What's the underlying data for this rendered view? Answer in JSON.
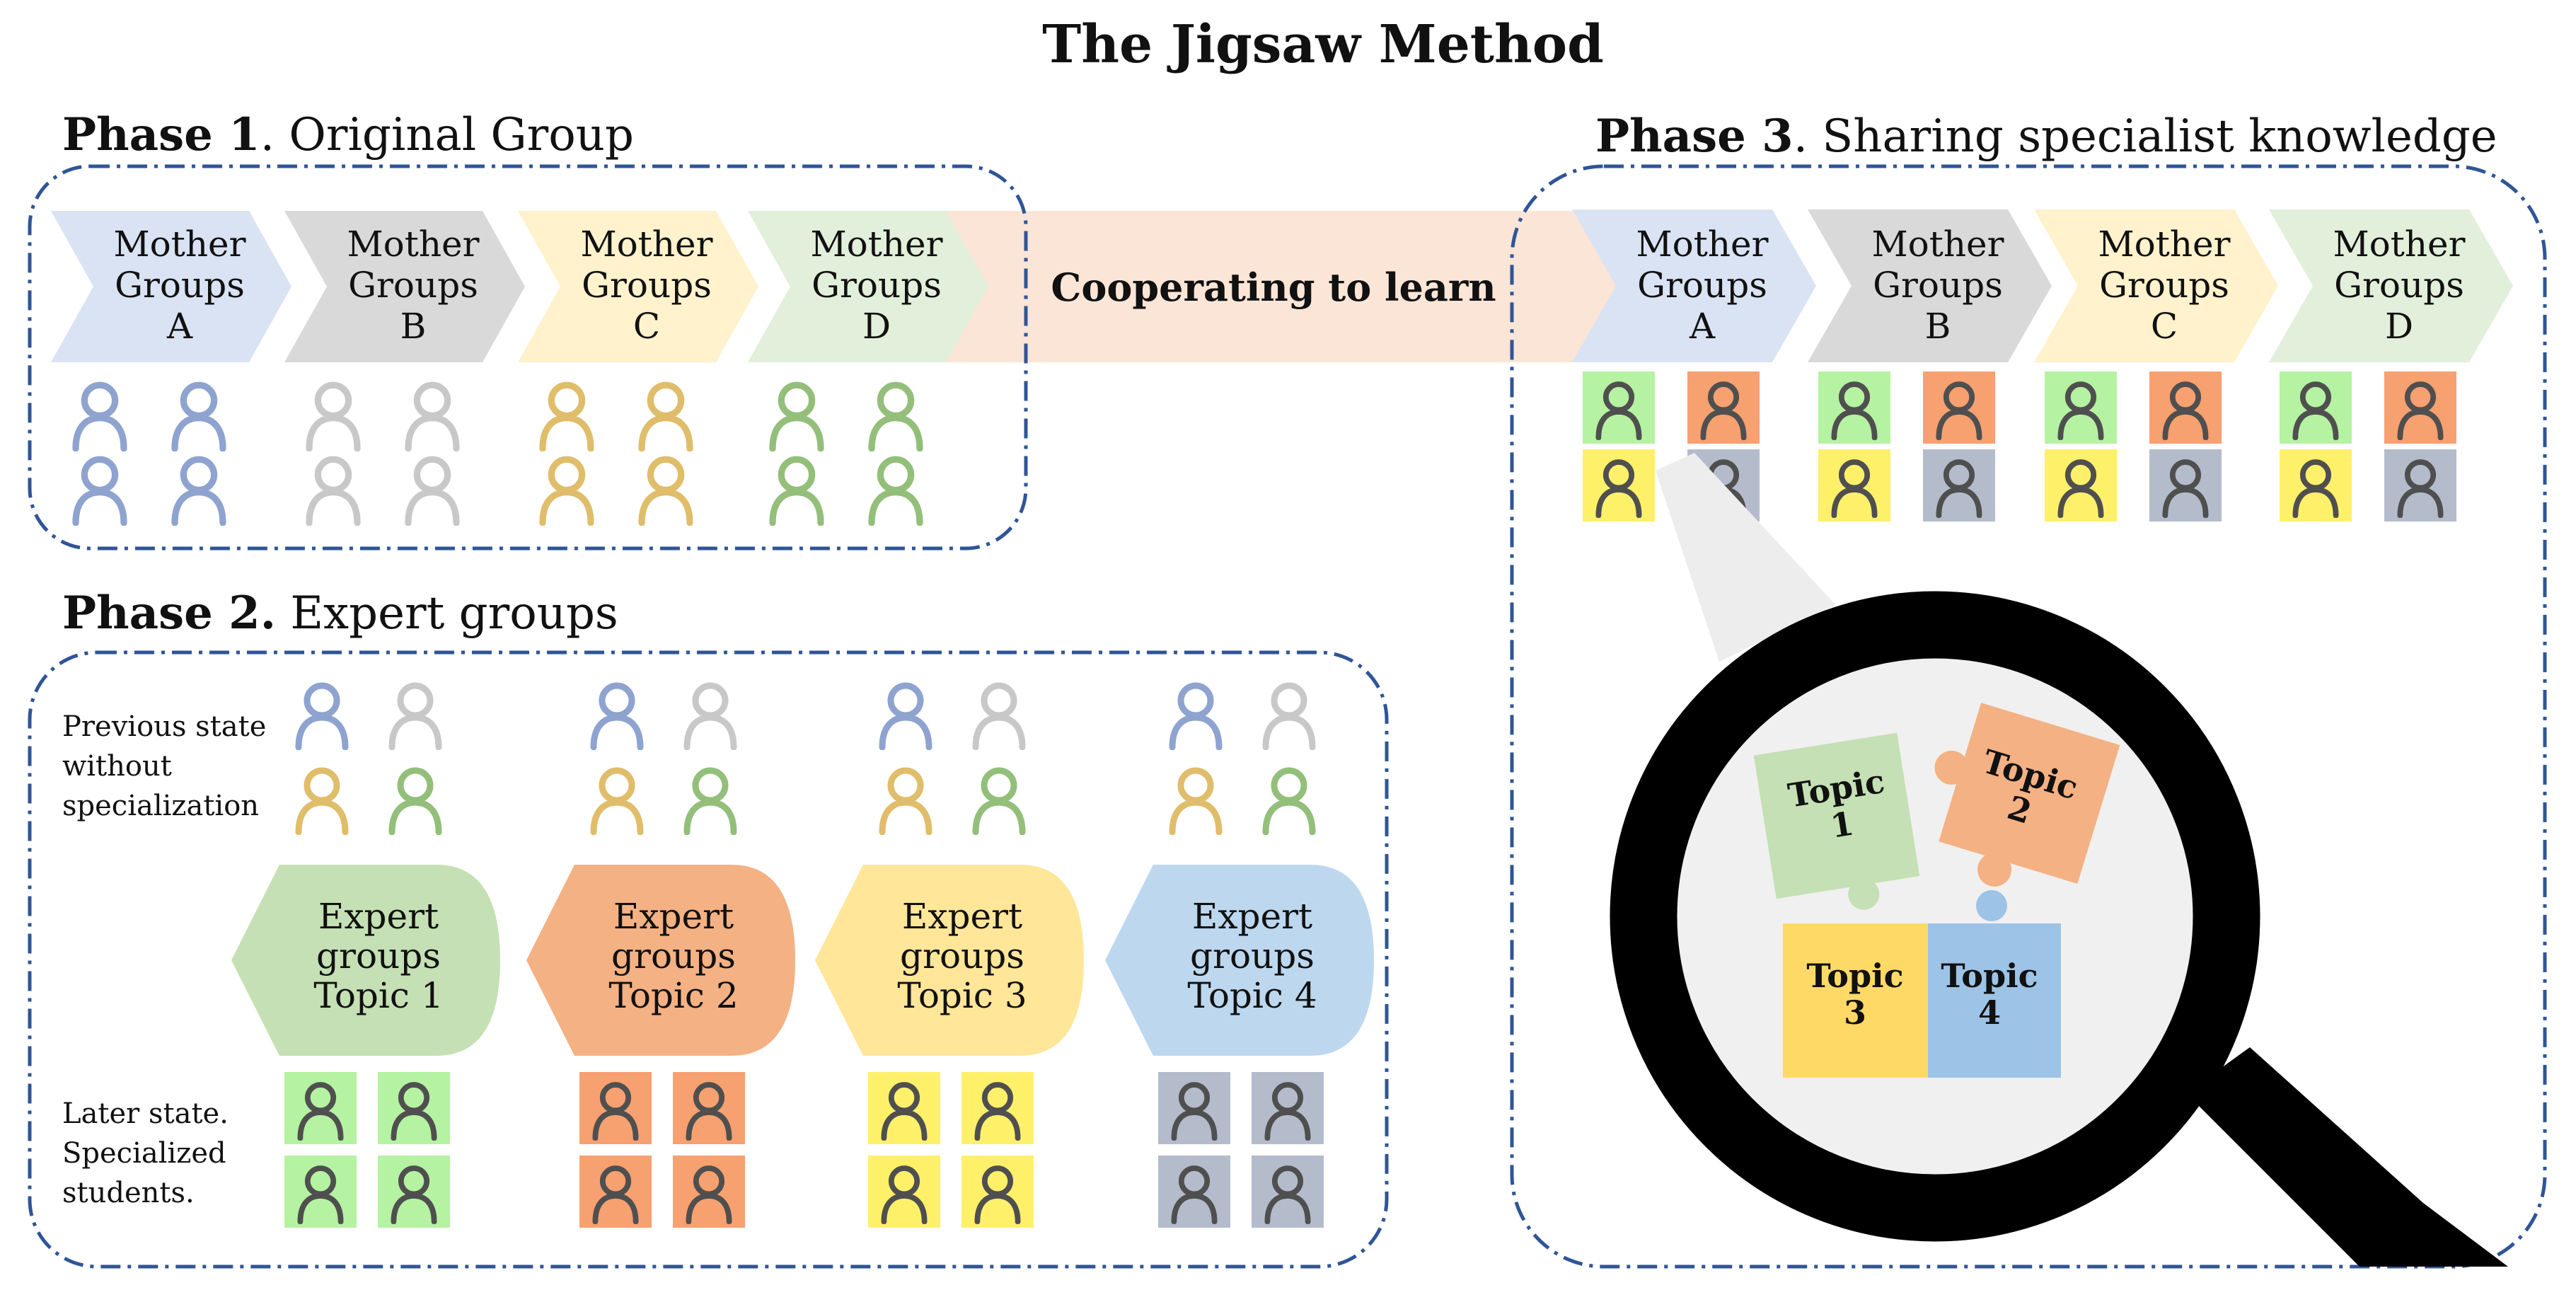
{
  "title": "The Jigsaw Method",
  "phase1": {
    "label_bold": "Phase 1",
    "label_rest": ". Original Group"
  },
  "phase2": {
    "label_bold": "Phase 2.",
    "label_rest": " Expert groups"
  },
  "phase3": {
    "label_bold": "Phase 3",
    "label_rest": ". Sharing specialist knowledge"
  },
  "arrow_label": "Cooperating to learn",
  "mother_groups": [
    {
      "line1": "Mother",
      "line2": "Groups",
      "line3": "A",
      "color": "#dae3f3",
      "person": "#8ea3cf"
    },
    {
      "line1": "Mother",
      "line2": "Groups",
      "line3": "B",
      "color": "#d9d9d9",
      "person": "#c8c8c8"
    },
    {
      "line1": "Mother",
      "line2": "Groups",
      "line3": "C",
      "color": "#fff2cc",
      "person": "#e0bd6a"
    },
    {
      "line1": "Mother",
      "line2": "Groups",
      "line3": "D",
      "color": "#e2efda",
      "person": "#93bf7a"
    }
  ],
  "previous_state_label": [
    "Previous state",
    "without",
    "specialization"
  ],
  "later_state_label": [
    "Later state.",
    "Specialized",
    "students."
  ],
  "expert_groups": [
    {
      "line1": "Expert",
      "line2": "groups",
      "line3": "Topic 1",
      "color": "#c5e0b4",
      "tile": "#b5f2a1"
    },
    {
      "line1": "Expert",
      "line2": "groups",
      "line3": "Topic 2",
      "color": "#f4b183",
      "tile": "#f7a070"
    },
    {
      "line1": "Expert",
      "line2": "groups",
      "line3": "Topic 3",
      "color": "#ffe699",
      "tile": "#fff06a"
    },
    {
      "line1": "Expert",
      "line2": "groups",
      "line3": "Topic 4",
      "color": "#bdd7ee",
      "tile": "#b4bccb"
    }
  ],
  "puzzle": [
    {
      "line1": "Topic",
      "line2": "1",
      "color": "#c5e0b4"
    },
    {
      "line1": "Topic",
      "line2": "2",
      "color": "#f4b183"
    },
    {
      "line1": "Topic",
      "line2": "3",
      "color": "#ffd966"
    },
    {
      "line1": "Topic",
      "line2": "4",
      "color": "#9dc3e6"
    }
  ],
  "colors": {
    "border": "#2f5597",
    "arrow": "#fbe5d6",
    "person_dark": "#4f4f4f",
    "magnifier": "#000000"
  },
  "icons": [
    "person-icon",
    "magnifier-icon",
    "puzzle-piece-icon"
  ]
}
